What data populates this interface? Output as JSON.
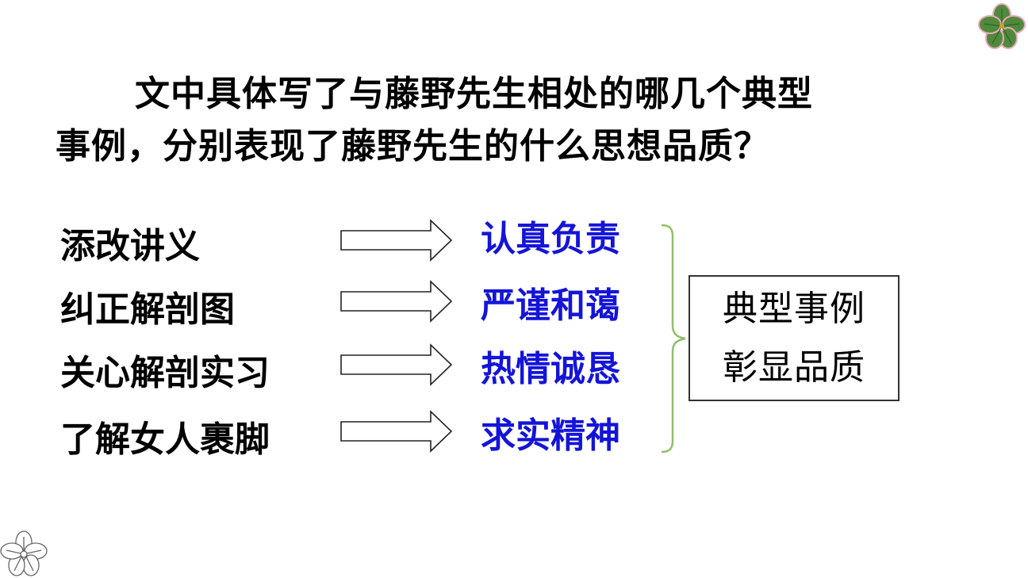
{
  "question": {
    "line1": "文中具体写了与藤野先生相处的哪几个典型",
    "line2": "事例，分别表现了藤野先生的什么思想品质？"
  },
  "events": [
    "添改讲义",
    "纠正解剖图",
    "关心解剖实习",
    "了解女人裹脚"
  ],
  "qualities": [
    "认真负责",
    "严谨和蔼",
    "热情诚恳",
    "求实精神"
  ],
  "summary": {
    "line1": "典型事例",
    "line2": "彰显品质"
  },
  "colors": {
    "quality_text": "#1414d8",
    "bracket": "#8fbf6a",
    "clover_leaf": "#4f8a3c",
    "clover_outline": "#e6a9b8"
  },
  "icons": [
    "clover-flower-icon",
    "outline-flower-icon"
  ]
}
